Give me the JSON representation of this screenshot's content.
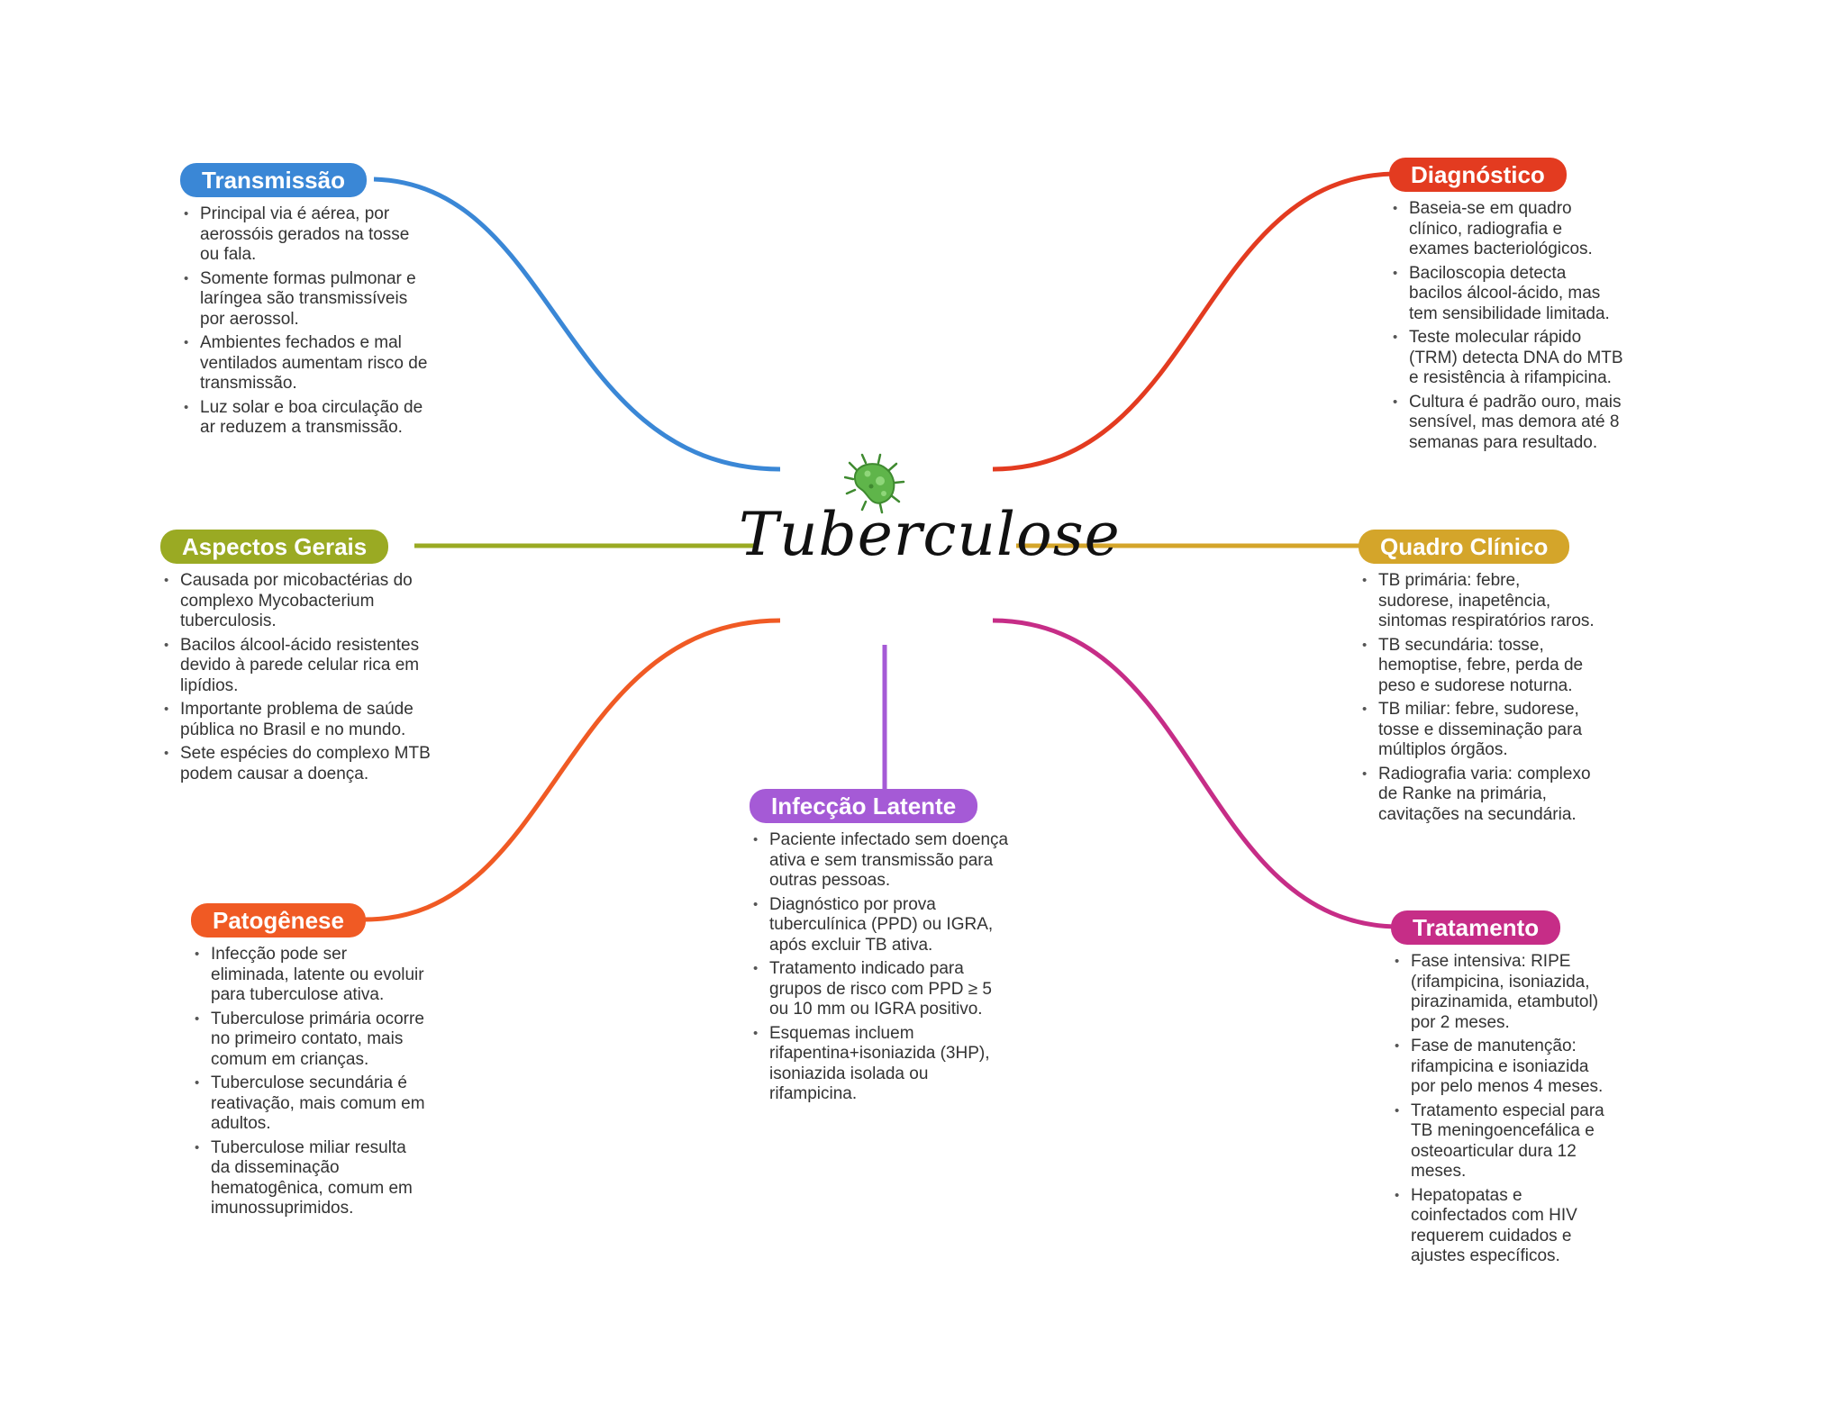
{
  "colors": {
    "transmissao": "#3a87d6",
    "aspectos": "#9aaa23",
    "patogenese": "#f05a24",
    "latente": "#a55ad6",
    "diagnostico": "#e33b20",
    "quadro": "#d4a52a",
    "tratamento": "#c62d87",
    "germ": "#5fb54a"
  },
  "central": {
    "title": "Tuberculose",
    "icon": "microbe-icon"
  },
  "branches": {
    "transmissao": {
      "title": "Transmissão",
      "items": [
        "Principal via é aérea, por aerossóis gerados na tosse ou fala.",
        "Somente formas pulmonar e laríngea são transmissíveis por aerossol.",
        "Ambientes fechados e mal ventilados aumentam risco de transmissão.",
        "Luz solar e boa circulação de ar reduzem a transmissão."
      ]
    },
    "aspectos": {
      "title": "Aspectos Gerais",
      "items": [
        "Causada por micobactérias do complexo Mycobacterium tuberculosis.",
        "Bacilos álcool-ácido resistentes devido à parede celular rica em lipídios.",
        "Importante problema de saúde pública no Brasil e no mundo.",
        "Sete espécies do complexo MTB podem causar a doença."
      ]
    },
    "patogenese": {
      "title": "Patogênese",
      "items": [
        "Infecção pode ser eliminada, latente ou evoluir para tuberculose ativa.",
        "Tuberculose primária ocorre no primeiro contato, mais comum em crianças.",
        "Tuberculose secundária é reativação, mais comum em adultos.",
        "Tuberculose miliar resulta da disseminação hematogênica, comum em imunossuprimidos."
      ]
    },
    "latente": {
      "title": "Infecção Latente",
      "items": [
        "Paciente infectado sem doença ativa e sem transmissão para outras pessoas.",
        "Diagnóstico por prova tuberculínica (PPD) ou IGRA, após excluir TB ativa.",
        "Tratamento indicado para grupos de risco com PPD ≥ 5 ou 10 mm ou IGRA positivo.",
        "Esquemas incluem rifapentina+isoniazida (3HP), isoniazida isolada ou rifampicina."
      ]
    },
    "diagnostico": {
      "title": "Diagnóstico",
      "items": [
        "Baseia-se em quadro clínico, radiografia e exames bacteriológicos.",
        "Baciloscopia detecta bacilos álcool-ácido, mas tem sensibilidade limitada.",
        "Teste molecular rápido (TRM) detecta DNA do MTB e resistência à rifampicina.",
        "Cultura é padrão ouro, mais sensível, mas demora até 8 semanas para resultado."
      ]
    },
    "quadro": {
      "title": "Quadro Clínico",
      "items": [
        "TB primária: febre, sudorese, inapetência, sintomas respiratórios raros.",
        "TB secundária: tosse, hemoptise, febre, perda de peso e sudorese noturna.",
        "TB miliar: febre, sudorese, tosse e disseminação para múltiplos órgãos.",
        "Radiografia varia: complexo de Ranke na primária, cavitações na secundária."
      ]
    },
    "tratamento": {
      "title": "Tratamento",
      "items": [
        "Fase intensiva: RIPE (rifampicina, isoniazida, pirazinamida, etambutol) por 2 meses.",
        "Fase de manutenção: rifampicina e isoniazida por pelo menos 4 meses.",
        "Tratamento especial para TB meningoencefálica e osteoarticular dura 12 meses.",
        "Hepatopatas e coinfectados com HIV requerem cuidados e ajustes específicos."
      ]
    }
  }
}
